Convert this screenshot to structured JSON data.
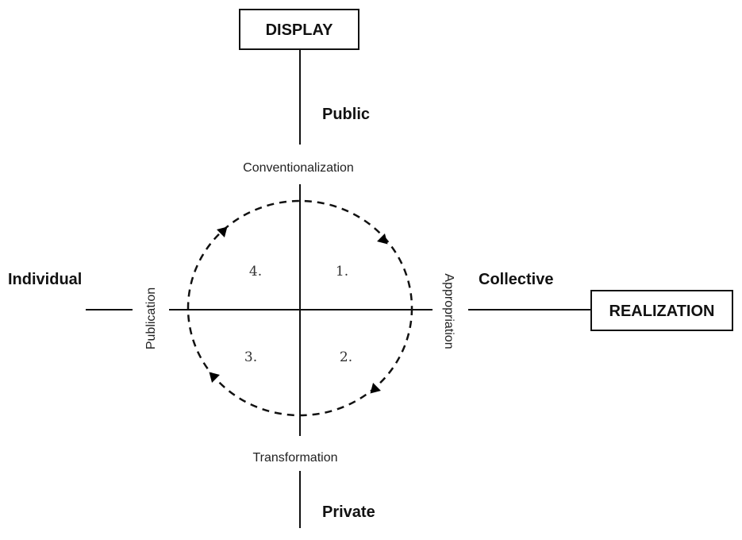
{
  "boxes": {
    "top": "DISPLAY",
    "right": "REALIZATION"
  },
  "poles": {
    "top": "Public",
    "bottom": "Private",
    "left": "Individual",
    "right": "Collective"
  },
  "processes": {
    "top": "Conventionalization",
    "bottom": "Transformation",
    "left": "Publication",
    "right": "Appropriation"
  },
  "quadrants": {
    "q1": "1.",
    "q2": "2.",
    "q3": "3.",
    "q4": "4."
  },
  "colors": {
    "line": "#111111",
    "arrow": "#000000"
  }
}
